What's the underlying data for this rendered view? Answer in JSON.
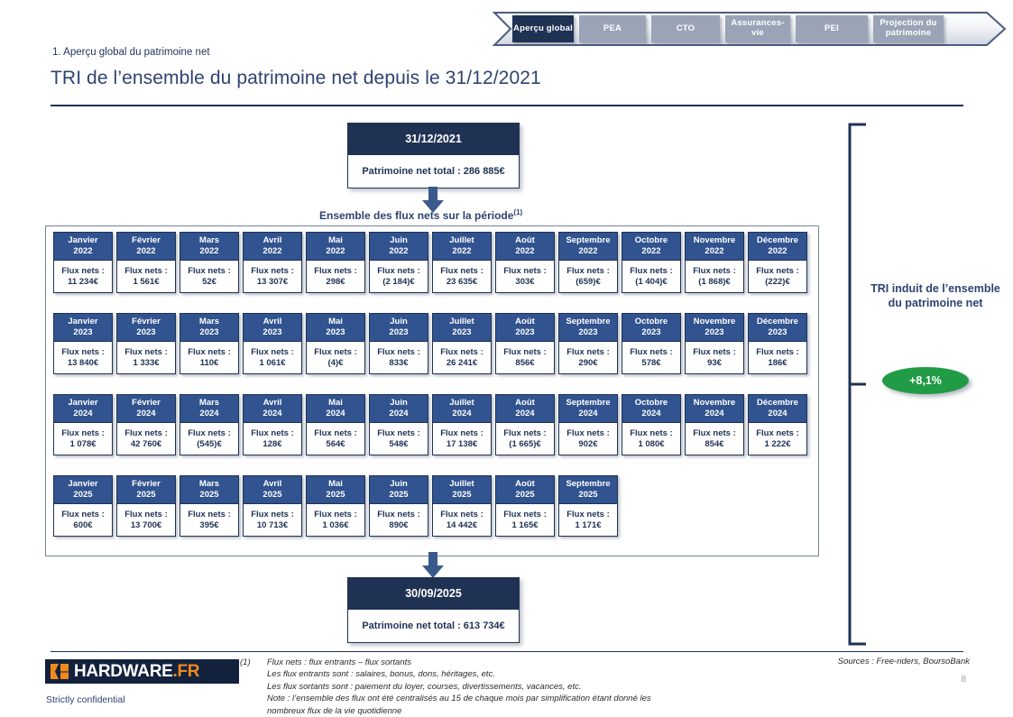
{
  "nav": {
    "tabs": [
      {
        "label": "Aperçu global",
        "active": true,
        "width": 68
      },
      {
        "label": "PEA",
        "active": false,
        "width": 74
      },
      {
        "label": "CTO",
        "active": false,
        "width": 76
      },
      {
        "label": "Assurances-vie",
        "active": false,
        "width": 72
      },
      {
        "label": "PEI",
        "active": false,
        "width": 80
      },
      {
        "label": "Projection du patrimoine",
        "active": false,
        "width": 78
      }
    ]
  },
  "header": {
    "kicker": "1. Aperçu global du patrimoine net",
    "title": "TRI de l’ensemble du patrimoine net depuis le 31/12/2021"
  },
  "start_box": {
    "date": "31/12/2021",
    "total_label": "Patrimoine net total : 286 885€"
  },
  "end_box": {
    "date": "30/09/2025",
    "total_label": "Patrimoine net total : 613 734€"
  },
  "flows_caption": {
    "text": "Ensemble des flux nets sur la période",
    "footnote": "(1)"
  },
  "flows": {
    "flux_label": "Flux nets :",
    "years": [
      {
        "year": "2022",
        "months": [
          {
            "month": "Janvier",
            "value": "11 234€"
          },
          {
            "month": "Février",
            "value": "1 561€"
          },
          {
            "month": "Mars",
            "value": "52€"
          },
          {
            "month": "Avril",
            "value": "13 307€"
          },
          {
            "month": "Mai",
            "value": "298€"
          },
          {
            "month": "Juin",
            "value": "(2 184)€"
          },
          {
            "month": "Juillet",
            "value": "23 635€"
          },
          {
            "month": "Août",
            "value": "303€"
          },
          {
            "month": "Septembre",
            "value": "(659)€"
          },
          {
            "month": "Octobre",
            "value": "(1 404)€"
          },
          {
            "month": "Novembre",
            "value": "(1 868)€"
          },
          {
            "month": "Décembre",
            "value": "(222)€"
          }
        ]
      },
      {
        "year": "2023",
        "months": [
          {
            "month": "Janvier",
            "value": "13 840€"
          },
          {
            "month": "Février",
            "value": "1 333€"
          },
          {
            "month": "Mars",
            "value": "110€"
          },
          {
            "month": "Avril",
            "value": "1 061€"
          },
          {
            "month": "Mai",
            "value": "(4)€"
          },
          {
            "month": "Juin",
            "value": "833€"
          },
          {
            "month": "Juillet",
            "value": "26 241€"
          },
          {
            "month": "Août",
            "value": "856€"
          },
          {
            "month": "Septembre",
            "value": "290€"
          },
          {
            "month": "Octobre",
            "value": "578€"
          },
          {
            "month": "Novembre",
            "value": "93€"
          },
          {
            "month": "Décembre",
            "value": "186€"
          }
        ]
      },
      {
        "year": "2024",
        "months": [
          {
            "month": "Janvier",
            "value": "1 078€"
          },
          {
            "month": "Février",
            "value": "42 760€"
          },
          {
            "month": "Mars",
            "value": "(545)€"
          },
          {
            "month": "Avril",
            "value": "128€"
          },
          {
            "month": "Mai",
            "value": "564€"
          },
          {
            "month": "Juin",
            "value": "548€"
          },
          {
            "month": "Juillet",
            "value": "17 138€"
          },
          {
            "month": "Août",
            "value": "(1 665)€"
          },
          {
            "month": "Septembre",
            "value": "902€"
          },
          {
            "month": "Octobre",
            "value": "1 080€"
          },
          {
            "month": "Novembre",
            "value": "854€"
          },
          {
            "month": "Décembre",
            "value": "1 222€"
          }
        ]
      },
      {
        "year": "2025",
        "months": [
          {
            "month": "Janvier",
            "value": "600€"
          },
          {
            "month": "Février",
            "value": "13 700€"
          },
          {
            "month": "Mars",
            "value": "395€"
          },
          {
            "month": "Avril",
            "value": "10 713€"
          },
          {
            "month": "Mai",
            "value": "1 036€"
          },
          {
            "month": "Juin",
            "value": "890€"
          },
          {
            "month": "Juillet",
            "value": "14 442€"
          },
          {
            "month": "Août",
            "value": "1 165€"
          },
          {
            "month": "Septembre",
            "value": "1 171€"
          }
        ]
      }
    ]
  },
  "tri": {
    "label": "TRI induit de l’ensemble du patrimoine net",
    "value": "+8,1%",
    "color": "#219B46"
  },
  "footer": {
    "logo_text": "HARDWARE",
    "logo_dot": ".",
    "logo_tld": "FR",
    "confidential": "Strictly confidential",
    "note_marker": "(1)",
    "notes": [
      "Flux nets : flux entrants – flux sortants",
      "Les flux entrants sont : salaires, bonus, dons, héritages, etc.",
      "Les flux sortants sont : paiement du loyer, courses, divertissements, vacances, etc.",
      "Note : l’ensemble des flux ont été centralisés au 15 de chaque mois par simplification étant donné les",
      "nombreux flux de la vie quotidienne"
    ],
    "sources": "Sources : Free-riders, BoursoBank",
    "page_number": "8"
  },
  "colors": {
    "navy": "#1F3254",
    "header_blue": "#31538F",
    "title_blue": "#2E4372",
    "tab_inactive": "#9BA4B6",
    "green": "#219B46",
    "logo_orange": "#F08A1E"
  }
}
